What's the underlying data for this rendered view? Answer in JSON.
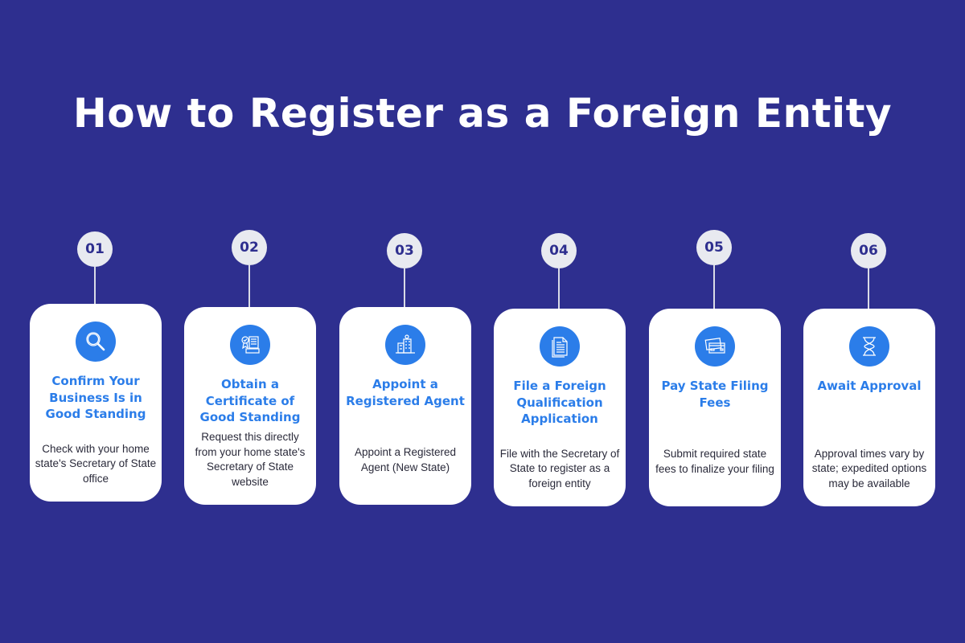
{
  "title": "How to Register as a Foreign Entity",
  "colors": {
    "background": "#2e2f8f",
    "accent": "#2b7de9",
    "card": "#ffffff",
    "badge": "#e8eaf0"
  },
  "steps": [
    {
      "number": "01",
      "icon": "magnifying-glass-icon",
      "heading": "Confirm Your Business Is in Good Standing",
      "description": "Check with your home state's Secretary of State office"
    },
    {
      "number": "02",
      "icon": "certificate-icon",
      "heading": "Obtain a Certificate of Good Standing",
      "description": "Request this directly from your home state's Secretary of State website"
    },
    {
      "number": "03",
      "icon": "building-icon",
      "heading": "Appoint a Registered Agent",
      "description": "Appoint a Registered Agent (New State)"
    },
    {
      "number": "04",
      "icon": "document-icon",
      "heading": "File a Foreign Qualification Application",
      "description": "File with the Secretary of State to register as a foreign entity"
    },
    {
      "number": "05",
      "icon": "credit-card-icon",
      "heading": "Pay State Filing Fees",
      "description": "Submit required state fees to finalize your filing"
    },
    {
      "number": "06",
      "icon": "hourglass-icon",
      "heading": "Await Approval",
      "description": "Approval times vary by state; expedited options may be available"
    }
  ]
}
